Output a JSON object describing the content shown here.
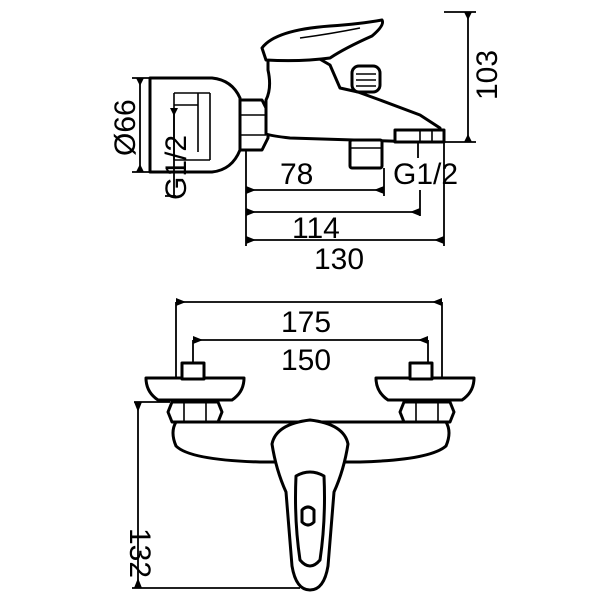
{
  "dimensions": {
    "height_side": "103",
    "diameter_flange": "Ø66",
    "thread_left": "G1/2",
    "thread_outlet": "G1/2",
    "d78": "78",
    "d114": "114",
    "d130": "130",
    "d175": "175",
    "d150": "150",
    "d132": "132"
  },
  "colors": {
    "line": "#000000",
    "background": "#ffffff"
  }
}
